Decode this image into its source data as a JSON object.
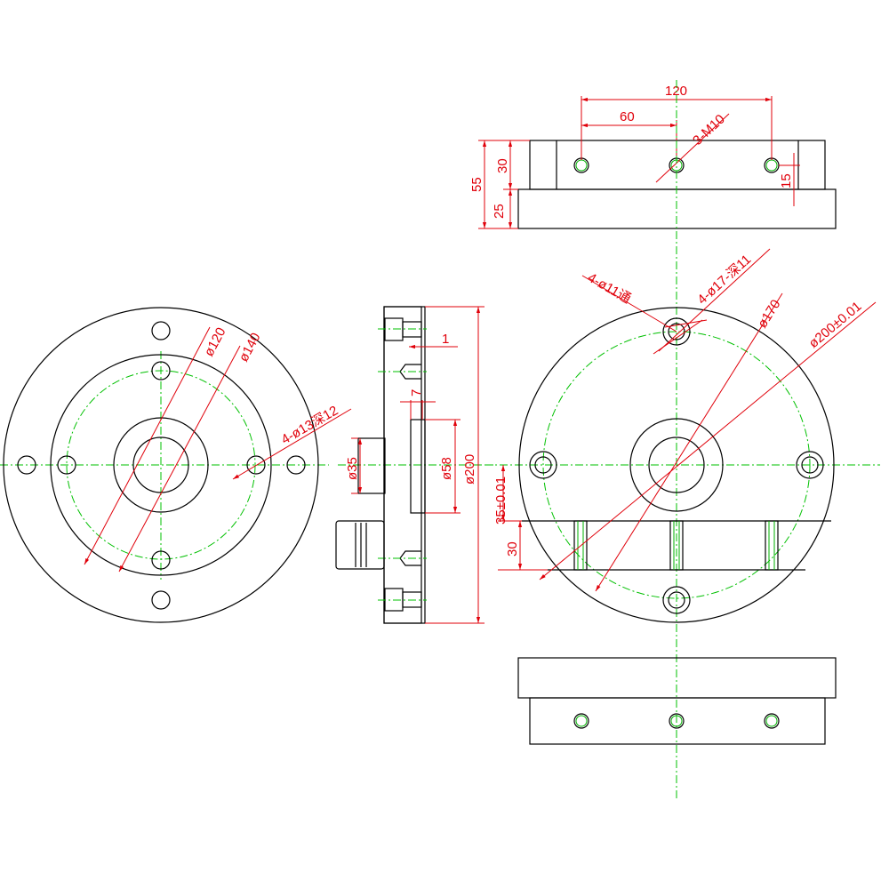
{
  "colors": {
    "outline": "#000000",
    "dimension": "#e0000a",
    "centerline": "#00c000"
  },
  "top_view": {
    "dim_120": "120",
    "dim_60": "60",
    "thread": "3-M10",
    "dim_55": "55",
    "dim_30": "30",
    "dim_25": "25",
    "dim_15": "15"
  },
  "front_view": {
    "dia_120": "ø120",
    "dia_140": "ø140",
    "holes": "4-ø13深12"
  },
  "section_view": {
    "dim_1": "1",
    "dim_7": "7",
    "dia_35": "ø35",
    "dia_58": "ø58",
    "dia_200": "ø200"
  },
  "right_view": {
    "holes_thru": "4-ø11通",
    "holes_cb": "4-ø17-深11",
    "dia_170": "ø170",
    "dia_200": "ø200±0.01",
    "dim_35": "35±0.01",
    "dim_30": "30"
  }
}
